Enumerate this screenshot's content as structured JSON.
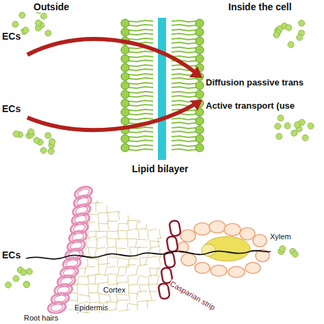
{
  "diagram": {
    "labels": [
      "Outside",
      "Inside the cell",
      "ECs",
      "Diffusion passive trans",
      "ECs",
      "Active transport (use",
      "Lipid bilayer",
      "ECs",
      "Root hairs",
      "Epidermis",
      "Cortex",
      "Casparian strip",
      "Xylem"
    ]
  }
}
